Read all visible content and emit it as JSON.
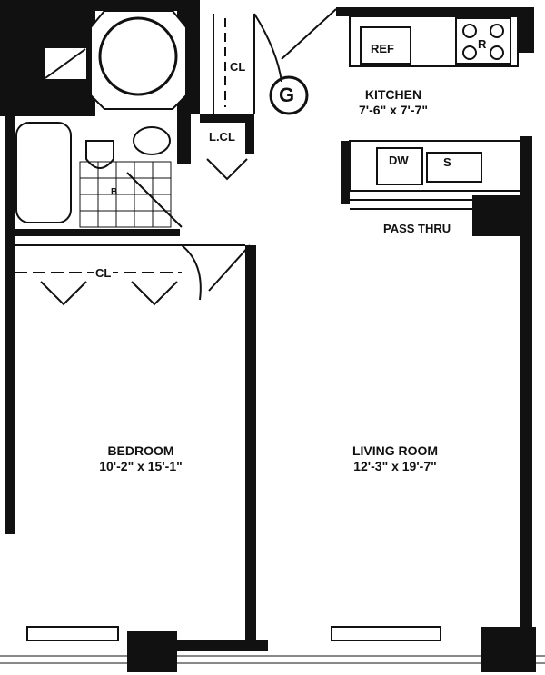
{
  "rooms": {
    "kitchen": {
      "name": "KITCHEN",
      "size": "7'-6\" x 7'-7\""
    },
    "bedroom": {
      "name": "BEDROOM",
      "size": "10'-2\" x 15'-1\""
    },
    "living_room": {
      "name": "LIVING ROOM",
      "size": "12'-3\" x 19'-7\""
    }
  },
  "fixtures": {
    "ref": "REF",
    "range": "R",
    "dishwasher": "DW",
    "sink": "S",
    "pass_thru": "PASS THRU",
    "linen_closet": "L.CL",
    "closet_entry": "CL",
    "closet_bedroom": "CL",
    "bath": "B",
    "unit_letter": "G"
  },
  "colors": {
    "wall": "#111111",
    "background": "#ffffff"
  }
}
